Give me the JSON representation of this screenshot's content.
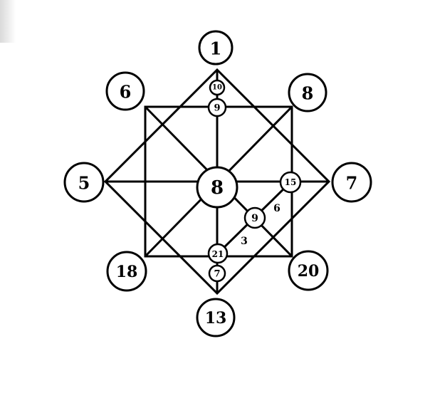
{
  "diagram": {
    "outer_nodes": {
      "top": "1",
      "top_left": "6",
      "top_right": "8",
      "left": "5",
      "right": "7",
      "bottom_left": "18",
      "bottom_right": "20",
      "bottom": "13"
    },
    "center_node": "8",
    "inner_nodes": {
      "top_upper": "10",
      "top_lower": "9",
      "right_mid": "15",
      "diag_mid": "9",
      "bottom_upper": "21",
      "bottom_lower": "7"
    },
    "edge_labels": {
      "six": "6",
      "three": "3"
    },
    "colors": {
      "stroke": "#000000",
      "background": "#ffffff"
    }
  }
}
